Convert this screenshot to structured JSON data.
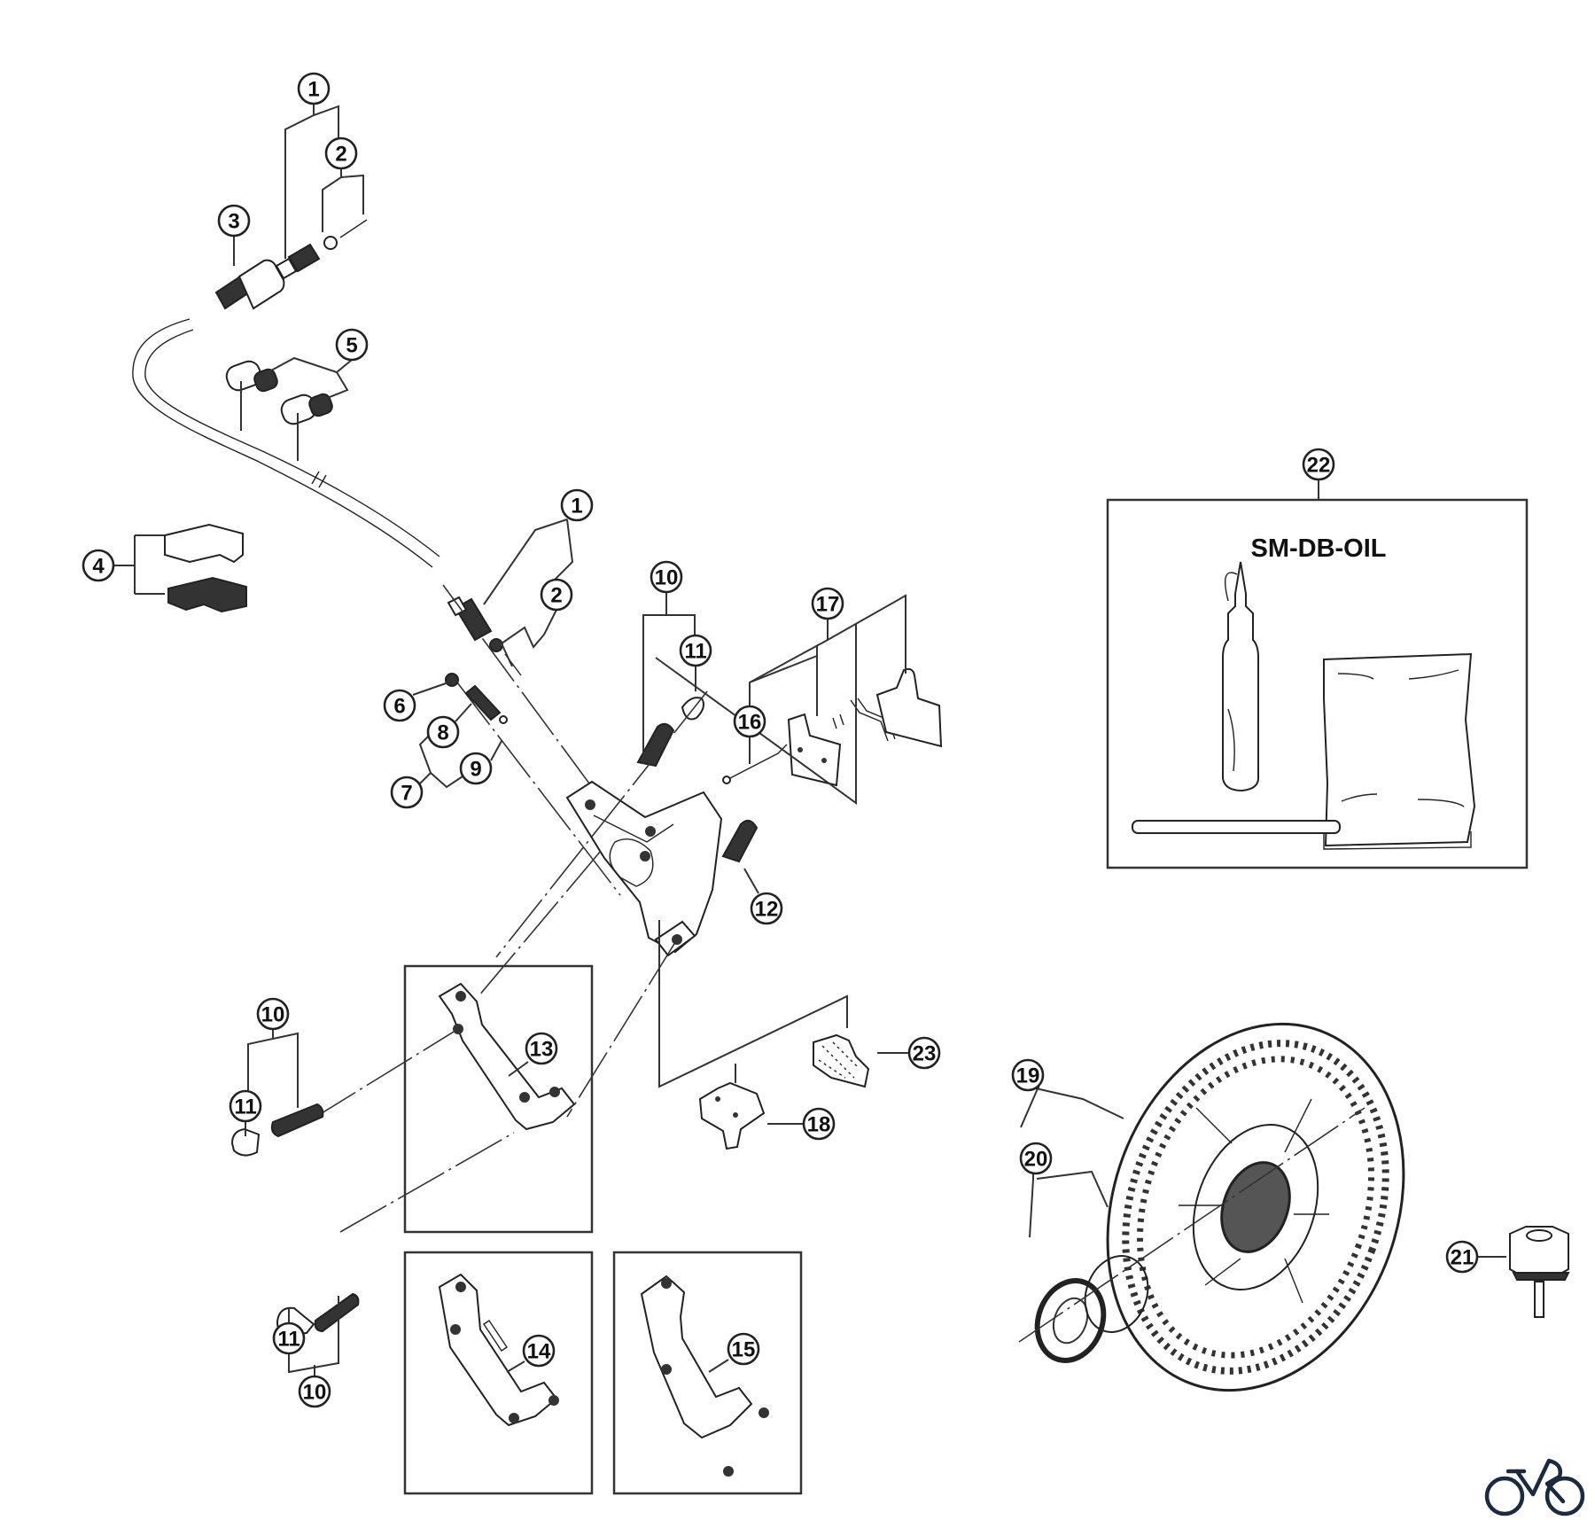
{
  "diagram": {
    "title": "Hydraulic disc brake exploded parts diagram",
    "callouts": [
      {
        "id": "c1a",
        "label": "1"
      },
      {
        "id": "c2a",
        "label": "2"
      },
      {
        "id": "c3",
        "label": "3"
      },
      {
        "id": "c4",
        "label": "4"
      },
      {
        "id": "c5",
        "label": "5"
      },
      {
        "id": "c1b",
        "label": "1"
      },
      {
        "id": "c2b",
        "label": "2"
      },
      {
        "id": "c6",
        "label": "6"
      },
      {
        "id": "c7",
        "label": "7"
      },
      {
        "id": "c8",
        "label": "8"
      },
      {
        "id": "c9",
        "label": "9"
      },
      {
        "id": "c10a",
        "label": "10"
      },
      {
        "id": "c11a",
        "label": "11"
      },
      {
        "id": "c12",
        "label": "12"
      },
      {
        "id": "c16",
        "label": "16"
      },
      {
        "id": "c17",
        "label": "17"
      },
      {
        "id": "c10b",
        "label": "10"
      },
      {
        "id": "c11b",
        "label": "11"
      },
      {
        "id": "c13",
        "label": "13"
      },
      {
        "id": "c11c",
        "label": "11"
      },
      {
        "id": "c10c",
        "label": "10"
      },
      {
        "id": "c14",
        "label": "14"
      },
      {
        "id": "c15",
        "label": "15"
      },
      {
        "id": "c18",
        "label": "18"
      },
      {
        "id": "c23",
        "label": "23"
      },
      {
        "id": "c19",
        "label": "19"
      },
      {
        "id": "c20",
        "label": "20"
      },
      {
        "id": "c21",
        "label": "21"
      },
      {
        "id": "c22",
        "label": "22"
      }
    ],
    "oil_kit": {
      "label": "SM-DB-OIL"
    },
    "logo": {
      "icon": "bicycle-logo-icon",
      "color": "#1c2a3f"
    }
  }
}
